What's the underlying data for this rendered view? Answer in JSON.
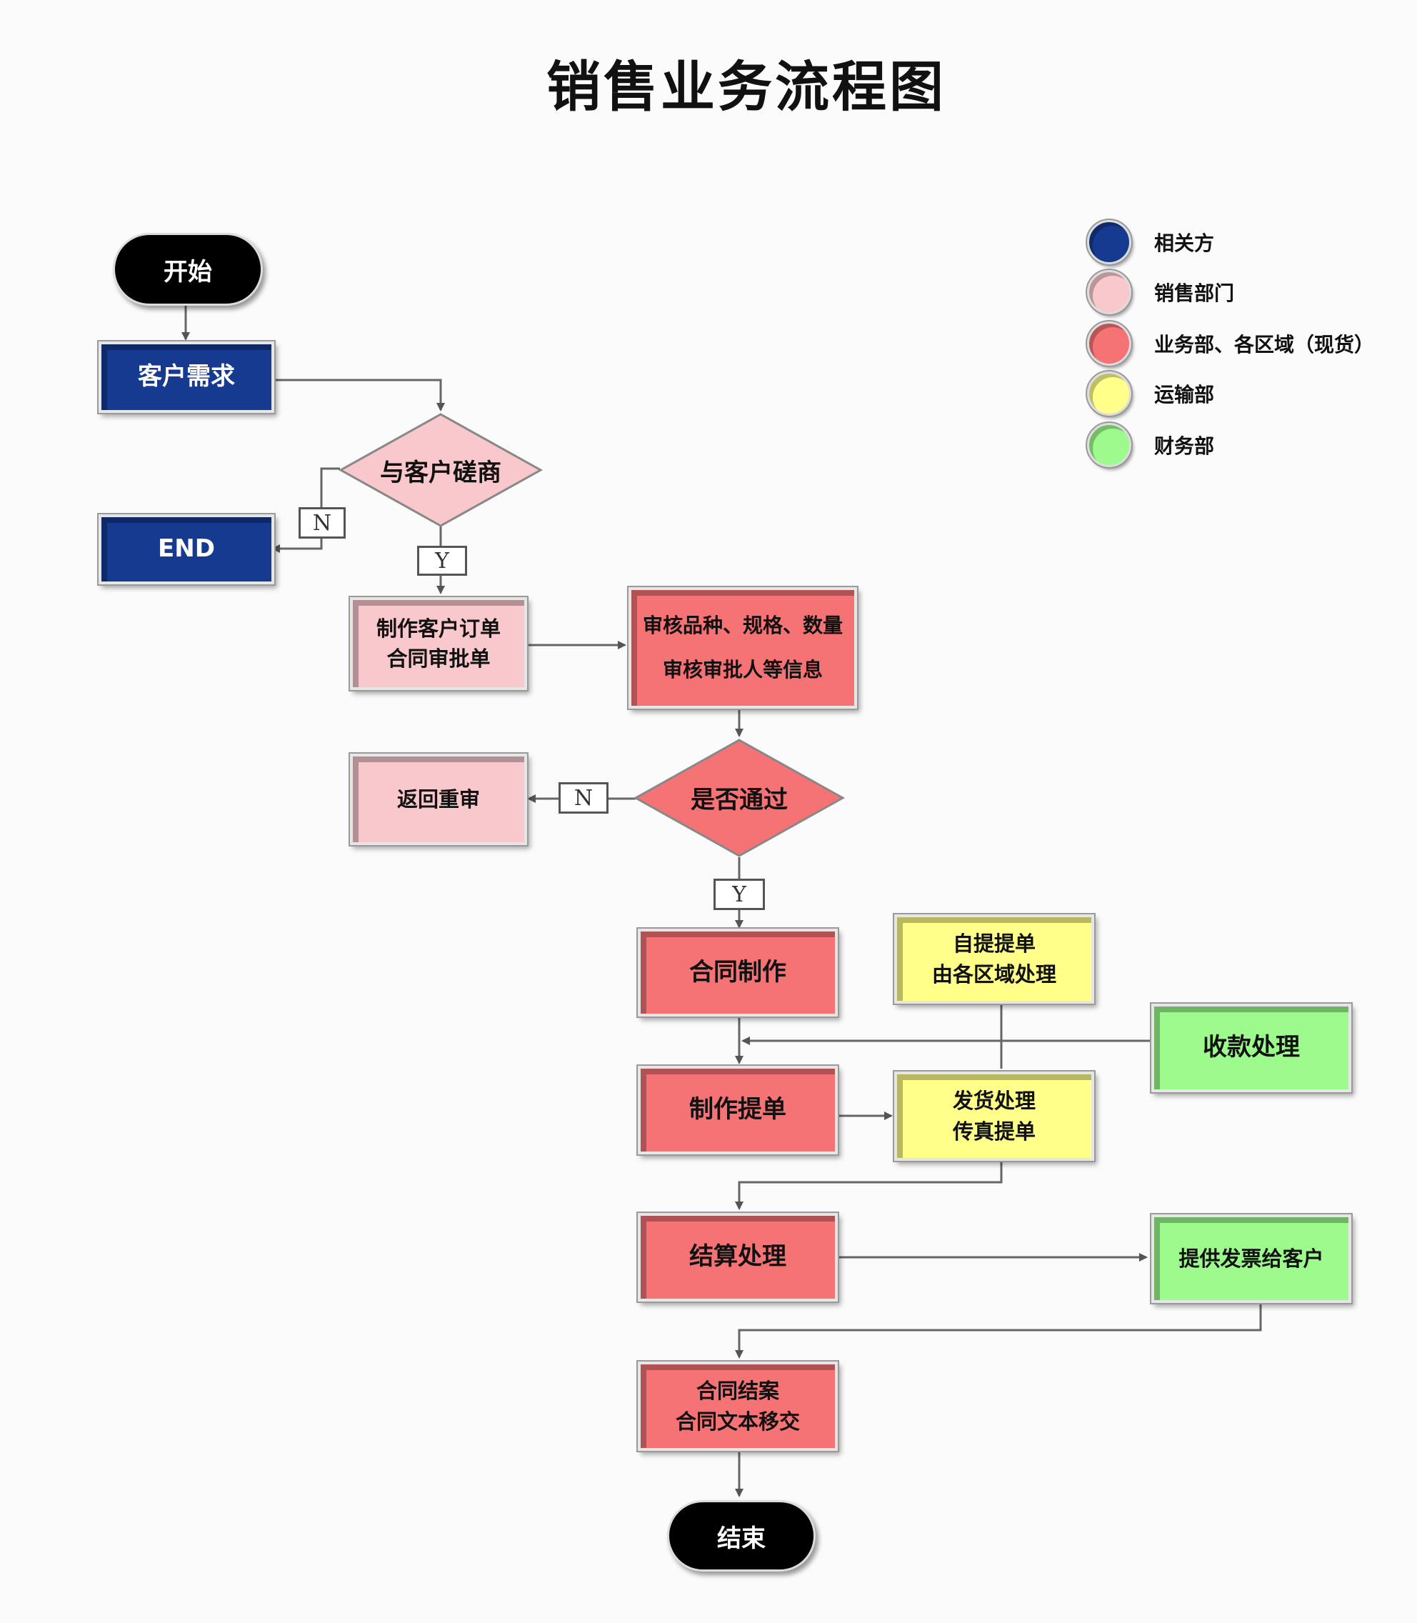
{
  "title": "销售业务流程图",
  "legend": [
    {
      "label": "相关方",
      "color": "#163a8f"
    },
    {
      "label": "销售部门",
      "color": "#f8c8cc"
    },
    {
      "label": "业务部、各区域（现货）",
      "color": "#f57275"
    },
    {
      "label": "运输部",
      "color": "#ffff8a"
    },
    {
      "label": "财务部",
      "color": "#9cfb8c"
    }
  ],
  "nodes": {
    "start": "开始",
    "customer_demand": "客户需求",
    "negotiate": "与客户磋商",
    "end_box": "END",
    "make_order": [
      "制作客户订单",
      "合同审批单"
    ],
    "review_info": [
      "审核品种、规格、数量",
      "审核审批人等信息"
    ],
    "passed": "是否通过",
    "return_review": "返回重审",
    "contract_making": "合同制作",
    "self_pickup": [
      "自提提单",
      "由各区域处理"
    ],
    "payment": "收款处理",
    "make_bill": "制作提单",
    "shipping": [
      "发货处理",
      "传真提单"
    ],
    "settlement": "结算处理",
    "invoice": "提供发票给客户",
    "contract_close": [
      "合同结案",
      "合同文本移交"
    ],
    "finish": "结束"
  },
  "branch_labels": {
    "yes": "Y",
    "no": "N"
  }
}
